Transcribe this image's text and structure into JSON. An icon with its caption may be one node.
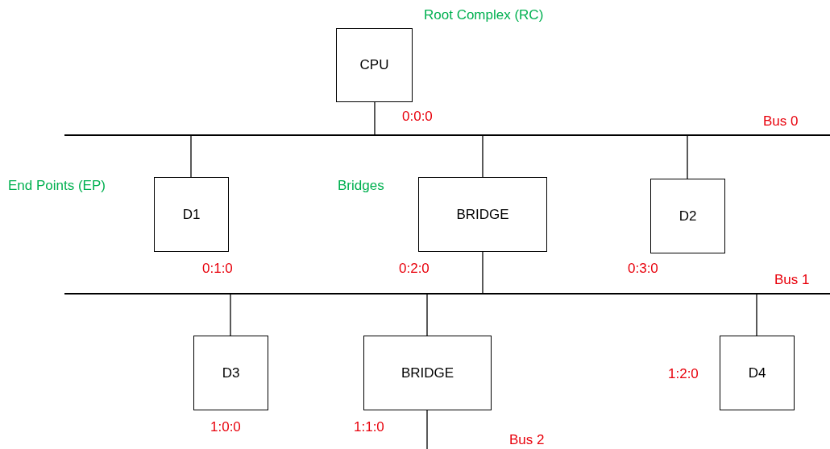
{
  "diagram": {
    "nodes": [
      {
        "text": [
          "CPU"
        ]
      },
      {
        "text": [
          "Bus 0"
        ]
      },
      {
        "text": [
          "D1"
        ]
      },
      {
        "text": [
          "BRIDGE"
        ]
      },
      {
        "text": [
          "D2"
        ]
      },
      {
        "text": [
          "Bus 1"
        ]
      },
      {
        "text": [
          "D3"
        ]
      },
      {
        "text": [
          "BRIDGE"
        ]
      },
      {
        "text": [
          "D4"
        ]
      }
    ],
    "edges": [
      {
        "from": 0,
        "to": 1,
        "arrow": "none"
      },
      {
        "from": 1,
        "to": 2,
        "arrow": "none"
      },
      {
        "from": 1,
        "to": 3,
        "arrow": "none"
      },
      {
        "from": 1,
        "to": 4,
        "arrow": "none"
      },
      {
        "from": 3,
        "to": 5,
        "arrow": "none"
      },
      {
        "from": 5,
        "to": 6,
        "arrow": "none"
      },
      {
        "from": 5,
        "to": 7,
        "arrow": "none"
      },
      {
        "from": 5,
        "to": 8,
        "arrow": "none"
      },
      {
        "from": 7,
        "to": null,
        "arrow": "none"
      }
    ],
    "labels": [
      "Root Complex (RC)",
      "0:0:0",
      "End Points (EP)",
      "Bridges",
      "0:1:0",
      "0:2:0",
      "0:3:0",
      "1:2:0",
      "1:0:0",
      "1:1:0",
      "Bus 2"
    ]
  }
}
